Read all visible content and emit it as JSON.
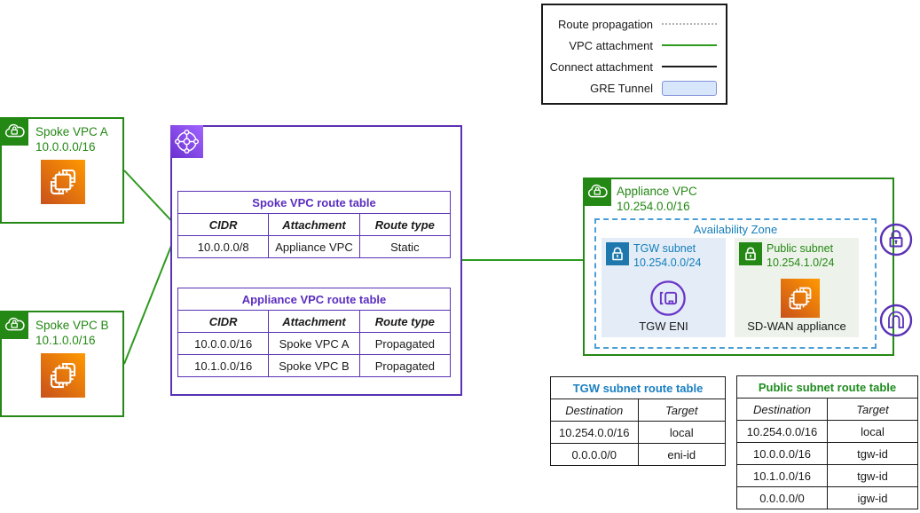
{
  "legend": {
    "route_propagation": "Route propagation",
    "vpc_attachment": "VPC attachment",
    "connect_attachment": "Connect attachment",
    "gre_tunnel": "GRE Tunnel"
  },
  "spoke_vpc_a": {
    "name": "Spoke VPC A",
    "cidr": "10.0.0.0/16"
  },
  "spoke_vpc_b": {
    "name": "Spoke VPC B",
    "cidr": "10.1.0.0/16"
  },
  "appliance_vpc": {
    "name": "Appliance VPC",
    "cidr": "10.254.0.0/16"
  },
  "availability_zone": {
    "label": "Availability Zone"
  },
  "tgw_subnet": {
    "name": "TGW subnet",
    "cidr": "10.254.0.0/24",
    "resource_label": "TGW ENI"
  },
  "public_subnet": {
    "name": "Public subnet",
    "cidr": "10.254.1.0/24",
    "resource_label": "SD-WAN appliance"
  },
  "spoke_route_table": {
    "title": "Spoke VPC route table",
    "headers": [
      "CIDR",
      "Attachment",
      "Route type"
    ],
    "rows": [
      [
        "10.0.0.0/8",
        "Appliance VPC",
        "Static"
      ]
    ]
  },
  "appliance_route_table": {
    "title": "Appliance VPC route table",
    "headers": [
      "CIDR",
      "Attachment",
      "Route type"
    ],
    "rows": [
      [
        "10.0.0.0/16",
        "Spoke VPC A",
        "Propagated"
      ],
      [
        "10.1.0.0/16",
        "Spoke VPC B",
        "Propagated"
      ]
    ]
  },
  "tgw_subnet_route_table": {
    "title": "TGW subnet route table",
    "headers": [
      "Destination",
      "Target"
    ],
    "rows": [
      [
        "10.254.0.0/16",
        "local"
      ],
      [
        "0.0.0.0/0",
        "eni-id"
      ]
    ]
  },
  "public_subnet_route_table": {
    "title": "Public subnet route table",
    "headers": [
      "Destination",
      "Target"
    ],
    "rows": [
      [
        "10.254.0.0/16",
        "local"
      ],
      [
        "10.0.0.0/16",
        "tgw-id"
      ],
      [
        "10.1.0.0/16",
        "tgw-id"
      ],
      [
        "0.0.0.0/0",
        "igw-id"
      ]
    ]
  },
  "icons": {
    "vpc": "cloud-lock-icon",
    "instance": "ec2-instance-icon",
    "transit_gateway": "transit-gateway-icon",
    "subnet_private": "lock-icon",
    "subnet_public": "lock-icon",
    "eni": "network-interface-icon",
    "vpn": "padlock-circle-icon",
    "gre": "tunnel-icon"
  },
  "colors": {
    "vpc_green": "#248814",
    "tgw_purple": "#5a31b5",
    "subnet_blue": "#147eba",
    "attachment_green": "#2e9a1e",
    "gre_orange": "#e39e19",
    "gre_tunnel_fill": "#d8e6fc"
  }
}
